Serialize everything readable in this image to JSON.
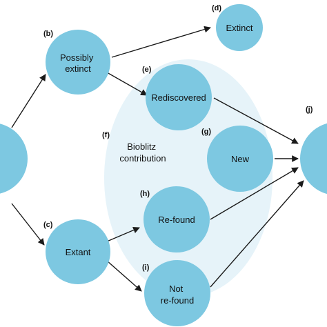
{
  "colors": {
    "node_fill": "#7dc8e1",
    "region_fill": "#e6f3f9",
    "arrow": "#1a1a1a"
  },
  "labels": {
    "b": "(b)",
    "c": "(c)",
    "d": "(d)",
    "e": "(e)",
    "f": "(f)",
    "g": "(g)",
    "h": "(h)",
    "i": "(i)",
    "j": "(j)"
  },
  "nodes": {
    "possibly_extinct": [
      "Possibly",
      "extinct"
    ],
    "extant": "Extant",
    "extinct": "Extinct",
    "rediscovered": "Rediscovered",
    "new": "New",
    "refound": "Re-found",
    "not_refound": [
      "Not",
      "re-found"
    ]
  },
  "bioblitz": [
    "Bioblitz",
    "contribution"
  ]
}
